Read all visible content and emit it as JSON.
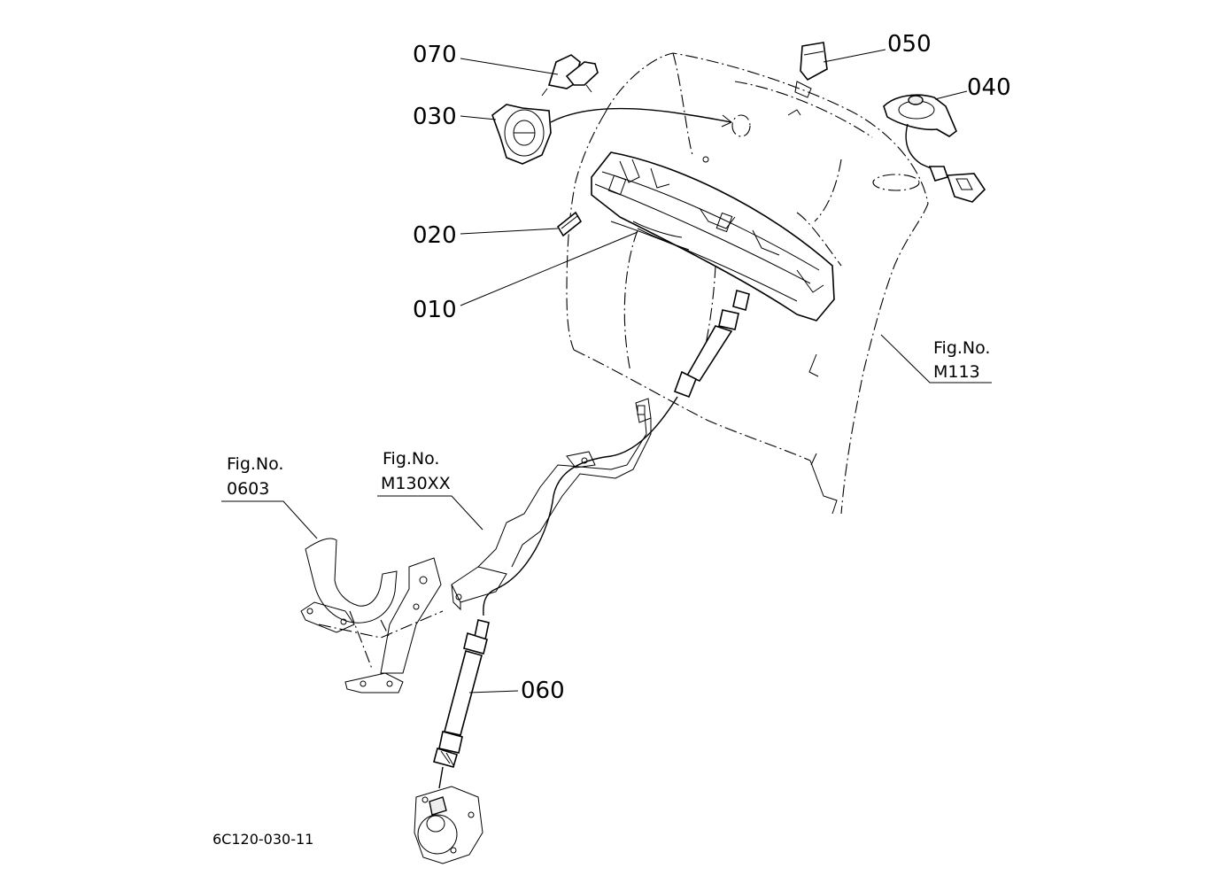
{
  "diagram": {
    "callouts": {
      "c070": "070",
      "c030": "030",
      "c050": "050",
      "c040": "040",
      "c020": "020",
      "c010": "010",
      "c060": "060"
    },
    "references": {
      "m113_prefix": "Fig.No.",
      "m113_code": "M113",
      "r0603_prefix": "Fig.No.",
      "r0603_code": "0603",
      "m130_prefix": "Fig.No.",
      "m130_code": "M130XX"
    },
    "drawing_code": "6C120-030-11"
  }
}
